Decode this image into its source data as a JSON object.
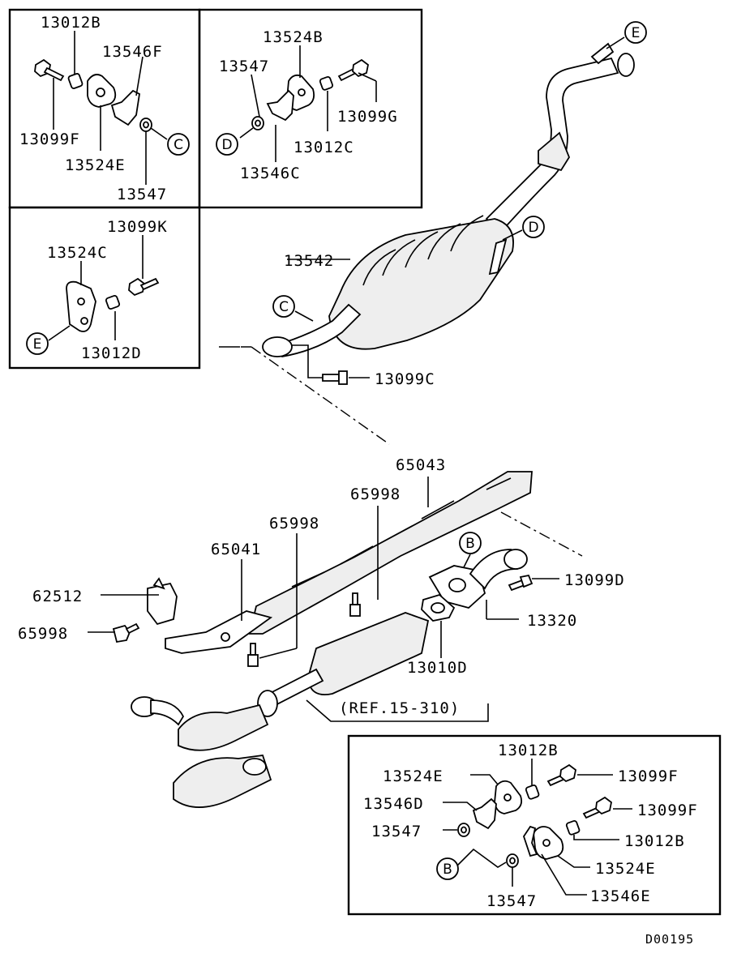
{
  "labels": {
    "p13012B_a": "13012B",
    "p13546F": "13546F",
    "p13099F_a": "13099F",
    "p13524E_a": "13524E",
    "p13547_a": "13547",
    "p13524B": "13524B",
    "p13547_b": "13547",
    "p13099G": "13099G",
    "p13012C": "13012C",
    "p13546C": "13546C",
    "p13099K": "13099K",
    "p13524C": "13524C",
    "p13012D": "13012D",
    "p13542": "13542",
    "p13099C": "13099C",
    "p65043": "65043",
    "p65998_a": "65998",
    "p65998_b": "65998",
    "p65041": "65041",
    "p62512": "62512",
    "p65998_c": "65998",
    "p13099D": "13099D",
    "p13320": "13320",
    "p13010D": "13010D",
    "ref": "(REF.15-310)",
    "p13012B_b": "13012B",
    "p13524E_b": "13524E",
    "p13099F_b": "13099F",
    "p13546D": "13546D",
    "p13099F_c": "13099F",
    "p13547_c": "13547",
    "p13012B_c": "13012B",
    "p13524E_c": "13524E",
    "p13547_d": "13547",
    "p13546E": "13546E",
    "code": "D00195"
  },
  "markers": {
    "C1": "C",
    "D1": "D",
    "E1": "E",
    "E2": "E",
    "D2": "D",
    "C2": "C",
    "B1": "B",
    "B2": "B"
  }
}
